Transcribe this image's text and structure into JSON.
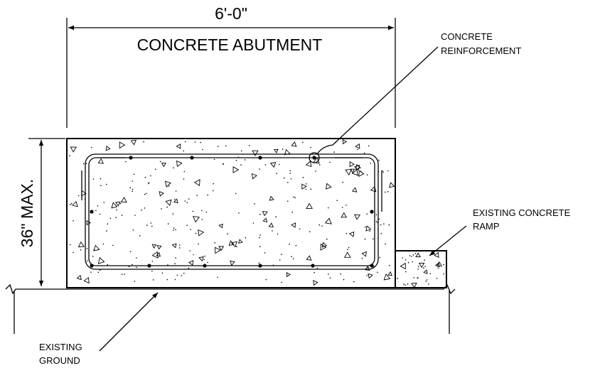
{
  "diagram": {
    "width_dimension": "6'-0\"",
    "height_dimension": "36\" MAX.",
    "title": "CONCRETE ABUTMENT",
    "callouts": {
      "reinforcement": [
        "CONCRETE",
        "REINFORCEMENT"
      ],
      "ramp": [
        "EXISTING CONCRETE",
        "RAMP"
      ],
      "ground": [
        "EXISTING",
        "GROUND"
      ]
    }
  }
}
